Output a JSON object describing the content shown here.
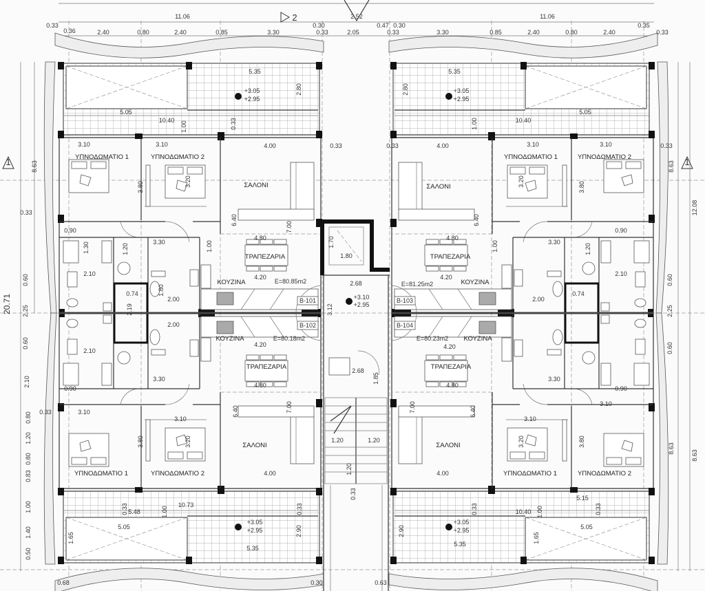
{
  "rooms": {
    "bedroom_1": "ΥΠΝΟΔΩΜΑΤΙΟ 1",
    "bedroom_2": "ΥΠΝΟΔΩΜΑΤΙΟ 2",
    "living": "ΣΑΛΟΝΙ",
    "dining": "ΤΡΑΠΕΖΑΡΙΑ",
    "kitchen": "ΚΟΥΖΙΝΑ"
  },
  "units": [
    {
      "door": "B-101",
      "area": "E=80.85m2"
    },
    {
      "door": "B-102",
      "area": "E=80.18m2"
    },
    {
      "door": "B-103",
      "area": "E=81.25m2"
    },
    {
      "door": "B-104",
      "area": "E=80.23m2"
    }
  ],
  "levels": {
    "balcony_top": "+3.05",
    "balcony_bottom": "+2.95",
    "landing_top": "+3.10",
    "landing_bottom": "+2.95"
  },
  "markers": {
    "section_2": "2",
    "section_1": "1"
  },
  "dims": {
    "top": [
      "11.06",
      "2.52",
      "11.06",
      "0.33",
      "0.36",
      "2.40",
      "0.80",
      "2.40",
      "0.85",
      "3.30",
      "0.30",
      "0.33",
      "2.05",
      "0.47",
      "0.30",
      "0.33",
      "3.30",
      "0.85",
      "2.40",
      "0.80",
      "2.40",
      "0.35",
      "0.33"
    ],
    "balcony": [
      "5.35",
      "2.80",
      "5.05",
      "10.40",
      "1.00",
      "0.33",
      "2.90",
      "5.48",
      "10.73",
      "5.15",
      "1.65"
    ],
    "rooms": [
      "3.10",
      "4.00",
      "0.33",
      "3.80",
      "3.20",
      "6.40",
      "7.00",
      "0.90",
      "3.30",
      "1.30",
      "1.20",
      "1.00",
      "4.80",
      "2.10",
      "0.74",
      "1.80",
      "2.00",
      "4.20",
      "2.19"
    ],
    "core": [
      "1.70",
      "1.80",
      "2.68",
      "3.12",
      "2.68",
      "1.85",
      "1.20",
      "1.20",
      "1.20",
      "0.33"
    ],
    "left": [
      "8.63",
      "0.33",
      "0.60",
      "2.25",
      "20.71",
      "0.60",
      "2.10",
      "0.80",
      "1.20",
      "0.80",
      "0.83",
      "1.00",
      "1.40",
      "0.50",
      "0.33"
    ],
    "right": [
      "8.63",
      "12.08",
      "0.60",
      "2.25",
      "0.60",
      "8.63",
      "8.63"
    ],
    "bottom": [
      "0.68",
      "0.30",
      "0.63"
    ]
  }
}
